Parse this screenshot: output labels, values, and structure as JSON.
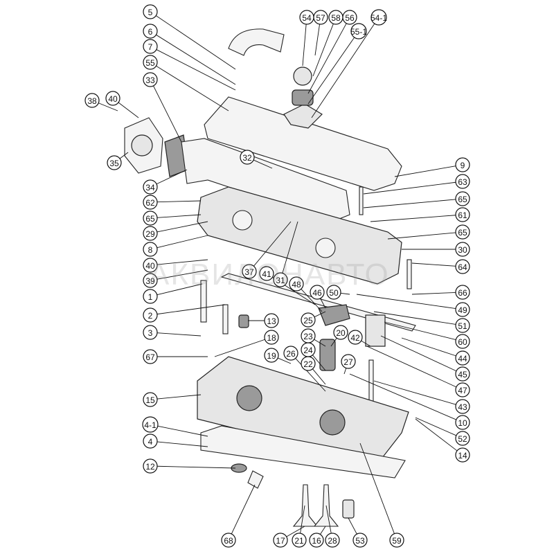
{
  "diagram": {
    "watermark": "АКВИЛОНАВТО",
    "accent_color": "#111111",
    "callouts": [
      "5",
      "6",
      "7",
      "55",
      "33",
      "38",
      "40",
      "35",
      "34",
      "32",
      "54",
      "57",
      "58",
      "56",
      "54-1",
      "55-1",
      "62",
      "65",
      "29",
      "8",
      "40",
      "39",
      "1",
      "2",
      "3",
      "67",
      "15",
      "4-1",
      "4",
      "12",
      "68",
      "17",
      "21",
      "16",
      "28",
      "53",
      "59",
      "13",
      "18",
      "19",
      "26",
      "22",
      "24",
      "23",
      "25",
      "37",
      "41",
      "31",
      "48",
      "46",
      "50",
      "20",
      "42",
      "27",
      "9",
      "63",
      "65",
      "61",
      "65",
      "30",
      "64",
      "66",
      "49",
      "51",
      "60",
      "44",
      "45",
      "47",
      "43",
      "10",
      "52",
      "14"
    ]
  }
}
